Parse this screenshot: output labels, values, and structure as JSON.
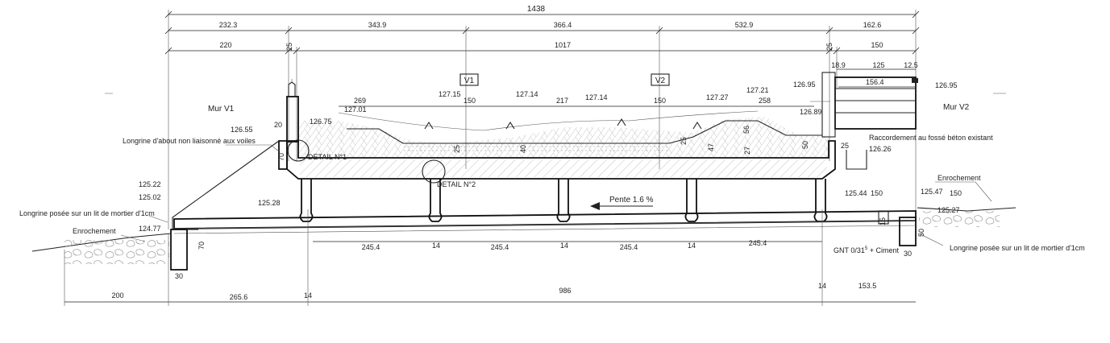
{
  "dimensions_top": {
    "total": "1438",
    "row2": [
      "232.3",
      "343.9",
      "366.4",
      "532.9",
      "162.6"
    ],
    "row3": [
      "220",
      "25",
      "1017",
      "25",
      "150"
    ],
    "right_detail": [
      "18.9",
      "125",
      "12.5"
    ]
  },
  "labels": {
    "v1_box": "V1",
    "v2_box": "V2",
    "mur_v1": "Mur V1",
    "mur_v2": "Mur V2",
    "longrine_about": "Longrine d'about non liaisonné aux voiles",
    "longrine_left": "Longrine posée sur un lit de mortier d'1cm",
    "longrine_right": "Longrine posée sur un lit de mortier d'1cm",
    "enrochement_left": "Enrochement",
    "enrochement_right": "Enrochement",
    "detail1": "DETAIL N°1",
    "detail2": "DETAIL N°2",
    "raccordement": "Raccordement au fossé béton existant",
    "pente": "Pente 1.6 %",
    "gnt": "GNT 0/31",
    "gnt_sup": "5",
    "gnt_suffix": " + Ciment"
  },
  "levels": {
    "l12655": "126.55",
    "l12675": "126.75",
    "l12701": "127.01",
    "l12715": "127.15",
    "l12714a": "127.14",
    "l12714b": "127.14",
    "l12727": "127.27",
    "l12721": "127.21",
    "l12695a": "126.95",
    "l12695b": "126.95",
    "l12689": "126.89",
    "l12626": "126.26",
    "l12522": "125.22",
    "l12502": "125.02",
    "l12477": "124.77",
    "l12528": "125.28",
    "l12544": "125.44",
    "l12547": "125.47",
    "l12527": "125.27"
  },
  "inner_dims": {
    "d269": "269",
    "d150a": "150",
    "d217": "217",
    "d150b": "150",
    "d258": "258",
    "d1564": "156.4",
    "d20": "20",
    "d70a": "70",
    "d25a": "25",
    "d40": "40",
    "d25b": "25",
    "d47": "47",
    "d27": "27",
    "d56": "56",
    "d50a": "50",
    "d25c": "25",
    "d150c": "150",
    "d150d": "150",
    "d15": "15",
    "d50b": "50",
    "d30a": "30",
    "d30b": "30",
    "d70b": "70"
  },
  "dimensions_bottom": {
    "spans": [
      "245.4",
      "245.4",
      "245.4",
      "245.4"
    ],
    "pier_widths": [
      "14",
      "14",
      "14"
    ],
    "totals": [
      "200",
      "265.6",
      "986",
      "153.5"
    ],
    "end_widths": [
      "14",
      "14"
    ]
  }
}
